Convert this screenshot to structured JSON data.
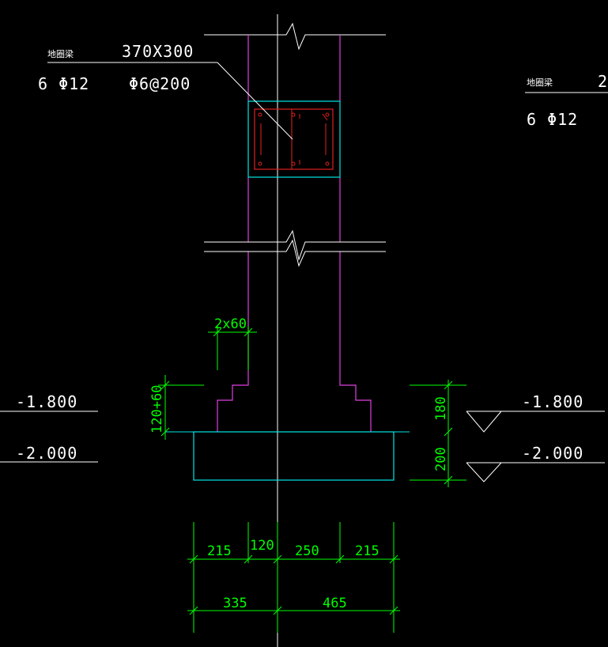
{
  "colors": {
    "background": "#000000",
    "wall": "#e040e0",
    "outline": "#00e5e5",
    "rebar": "#e02020",
    "dimension": "#00ff00",
    "text": "#ffffff"
  },
  "beam_callout_left": {
    "name": "地圈梁",
    "size": "370X300",
    "main_bars": "6 Φ12",
    "stirrups": "Φ6@200"
  },
  "beam_callout_right": {
    "name": "地圈梁",
    "size_partial": "2",
    "main_bars": "6 Φ12"
  },
  "elevations": {
    "left_top": "-1.800",
    "left_bottom": "-2.000",
    "right_top": "-1.800",
    "right_bottom": "-2.000"
  },
  "dimensions": {
    "step_width": "2x60",
    "step_height": "120+60",
    "right_upper": "180",
    "right_lower": "200",
    "row1": [
      "215",
      "120",
      "250",
      "215"
    ],
    "row2": [
      "335",
      "465"
    ]
  }
}
